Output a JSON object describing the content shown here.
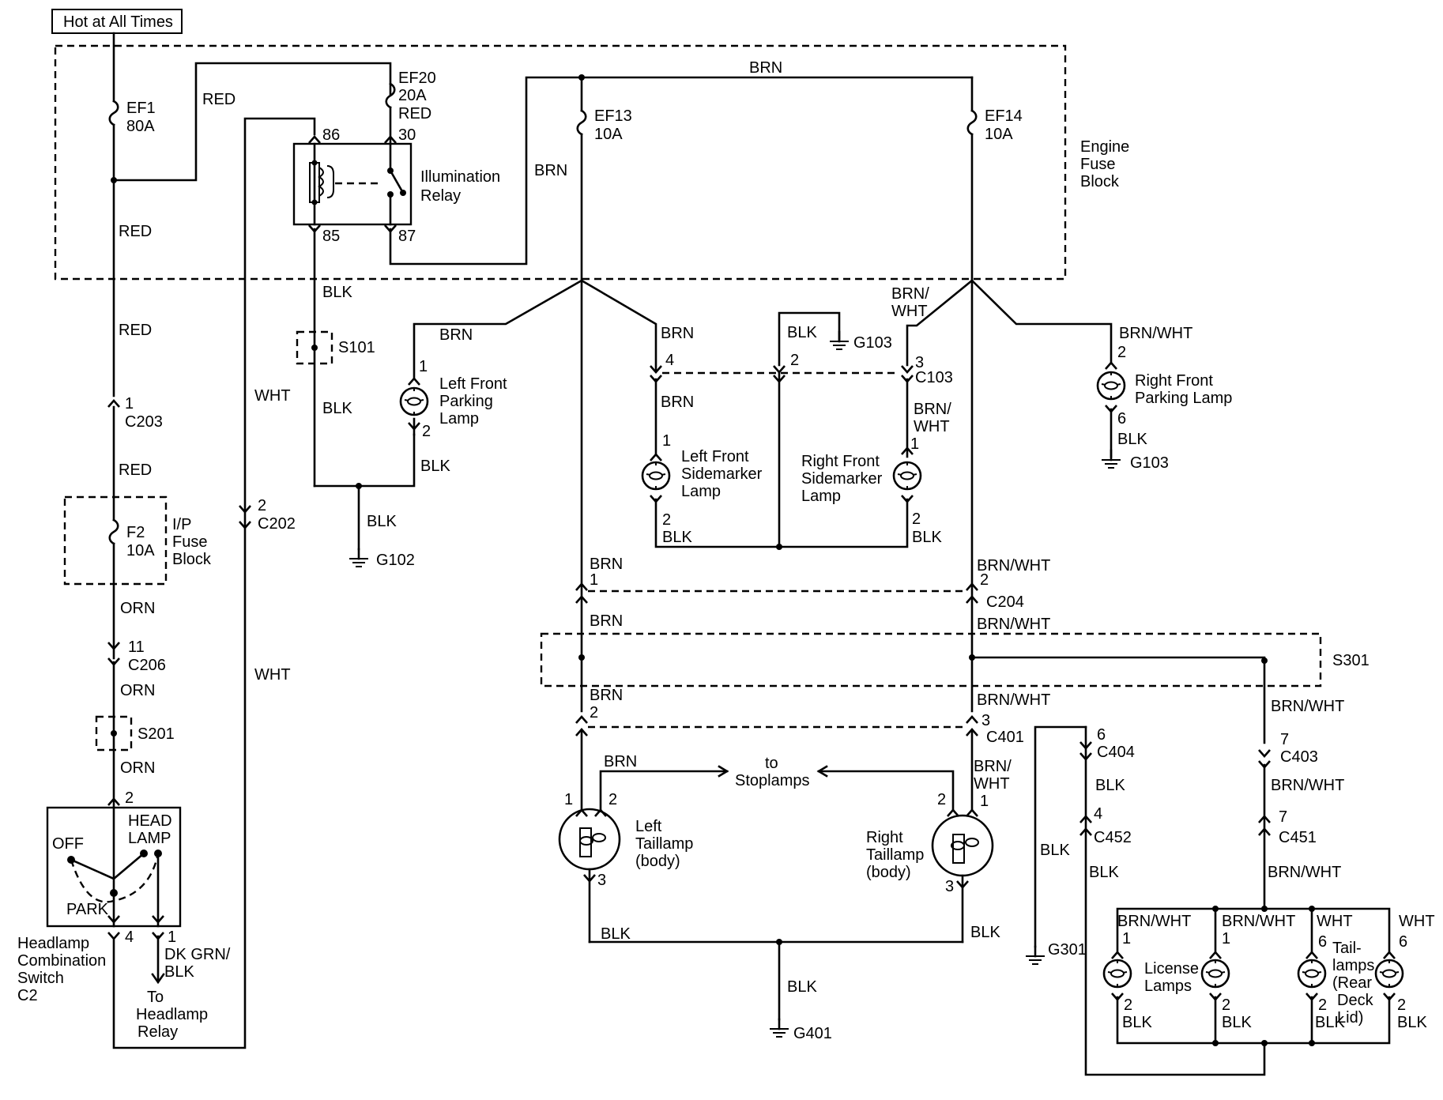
{
  "header": {
    "hot_label": "Hot at All Times"
  },
  "blocks": {
    "engine_fuse_block": [
      "Engine",
      "Fuse",
      "Block"
    ],
    "ip_fuse_block": [
      "I/P",
      "Fuse",
      "Block"
    ],
    "s301": "S301"
  },
  "fuses": {
    "ef1": [
      "EF1",
      "80A"
    ],
    "ef20": [
      "EF20",
      "20A",
      "RED"
    ],
    "ef13": [
      "EF13",
      "10A"
    ],
    "ef14": [
      "EF14",
      "10A"
    ],
    "f2": [
      "F2",
      "10A"
    ]
  },
  "relay": {
    "label": [
      "Illumination",
      "Relay"
    ],
    "pin86": "86",
    "pin30": "30",
    "pin85": "85",
    "pin87": "87"
  },
  "splices": {
    "s101": "S101",
    "s201": "S201"
  },
  "grounds": {
    "g102": "G102",
    "g103a": "G103",
    "g103b": "G103",
    "g401": "G401",
    "g301": "G301"
  },
  "connectors": {
    "c203": "C203",
    "c202": "C202",
    "c206": "C206",
    "c103": "C103",
    "c204": "C204",
    "c401": "C401",
    "c404": "C404",
    "c403": "C403",
    "c452": "C452",
    "c451": "C451"
  },
  "pins": {
    "c203": "1",
    "c202": "2",
    "c206": "11",
    "sw_2": "2",
    "sw_4": "4",
    "sw_1": "1",
    "c103_4": "4",
    "c103_2": "2",
    "c103_3": "3",
    "lfp_1": "1",
    "lfp_2": "2",
    "rfp_2": "2",
    "rfp_6": "6",
    "lfs_1": "1",
    "lfs_2": "2",
    "rfs_1": "1",
    "rfs_2": "2",
    "c204_1": "1",
    "c204_2": "2",
    "c401_2": "2",
    "c401_3": "3",
    "lt_1": "1",
    "lt_2": "2",
    "lt_3": "3",
    "rt_2": "2",
    "rt_1": "1",
    "rt_3": "3",
    "c404": "6",
    "c452": "4",
    "c403": "7",
    "c451": "7",
    "ll1_1": "1",
    "ll1_2": "2",
    "ll2_1": "1",
    "ll2_2": "2",
    "tl1_6": "6",
    "tl1_2": "2",
    "tl2_6": "6",
    "tl2_2": "2"
  },
  "wires": {
    "red": "RED",
    "brn": "BRN",
    "blk": "BLK",
    "wht": "WHT",
    "orn": "ORN",
    "brn_wht": "BRN/WHT",
    "brn_wht_split": [
      "BRN/",
      "WHT"
    ],
    "dk_grn_blk": [
      "DK GRN/",
      "BLK"
    ]
  },
  "components": {
    "left_front_parking": [
      "Left Front",
      "Parking",
      "Lamp"
    ],
    "right_front_parking": [
      "Right Front",
      "Parking Lamp"
    ],
    "left_front_sidemarker": [
      "Left Front",
      "Sidemarker",
      "Lamp"
    ],
    "right_front_sidemarker": [
      "Right Front",
      "Sidemarker",
      "Lamp"
    ],
    "left_taillamp": [
      "Left",
      "Taillamp",
      "(body)"
    ],
    "right_taillamp": [
      "Right",
      "Taillamp",
      "(body)"
    ],
    "to_stoplamps": [
      "to",
      "Stoplamps"
    ],
    "license_lamps": [
      "License",
      "Lamps"
    ],
    "taillamps_rear": [
      "Tail-",
      "lamps",
      "(Rear",
      "Deck",
      "Lid)"
    ]
  },
  "switch": {
    "off": "OFF",
    "head": "HEAD",
    "lamp": "LAMP",
    "park": "PARK",
    "caption": [
      "Headlamp",
      "Combination",
      "Switch",
      "C2"
    ]
  },
  "to_headlamp_relay": [
    "To",
    "Headlamp",
    "Relay"
  ]
}
